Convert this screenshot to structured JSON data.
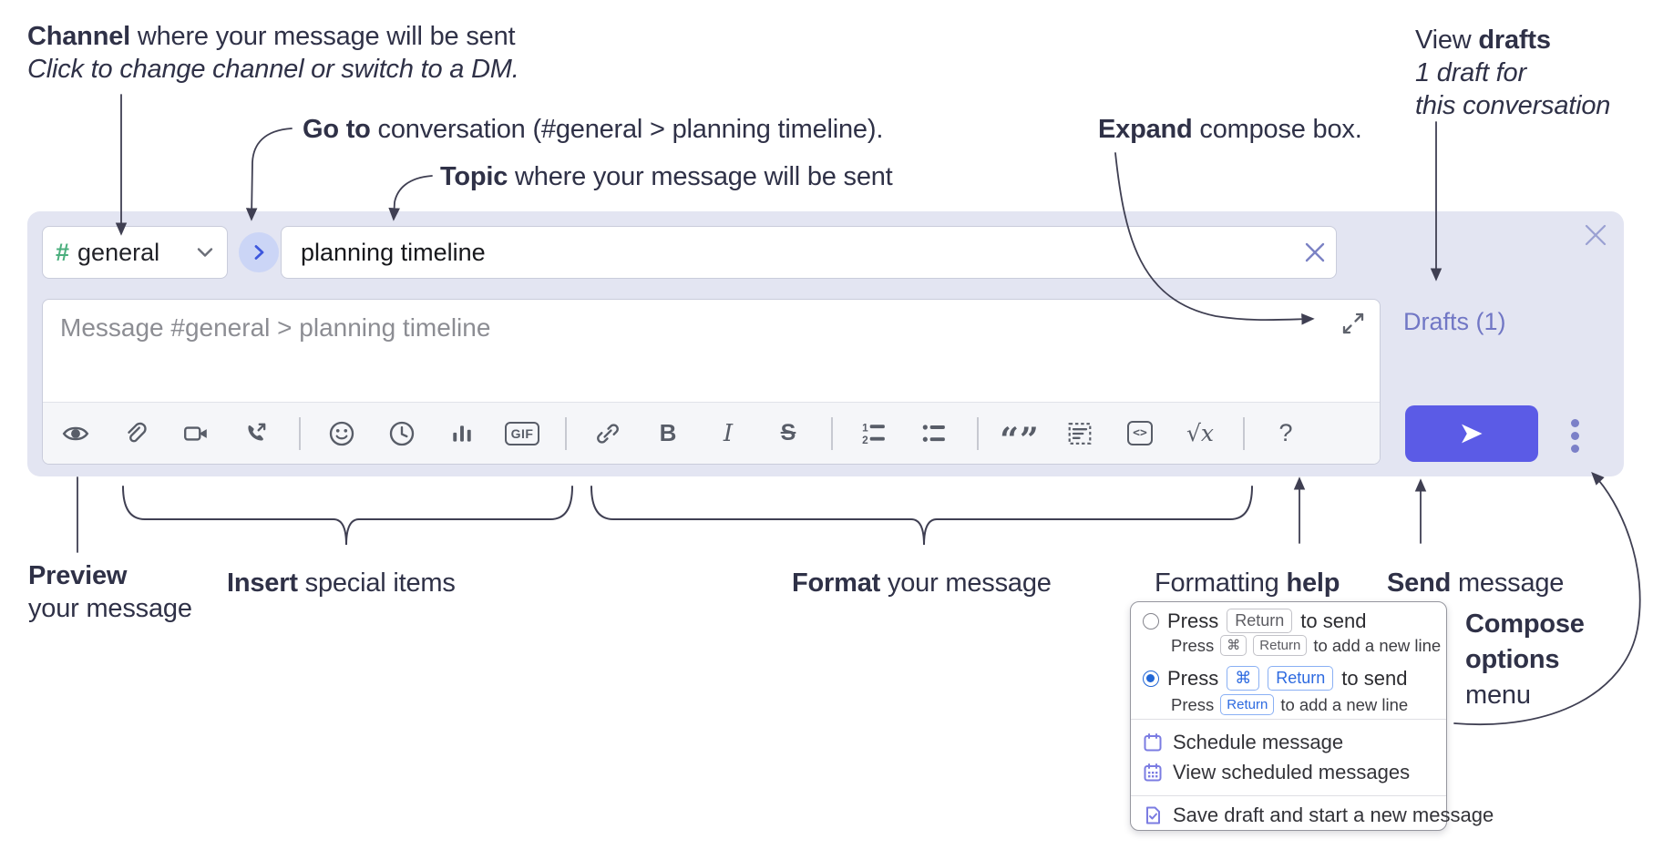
{
  "callouts": {
    "channel": {
      "bold": "Channel",
      "rest": " where your message will be sent",
      "sub": "Click to change channel or switch to a DM."
    },
    "goto": {
      "bold": "Go to",
      "rest": " conversation (#general > planning timeline)."
    },
    "topic": {
      "bold": "Topic",
      "rest": " where your message will be sent"
    },
    "expand": {
      "bold": "Expand",
      "rest": " compose box."
    },
    "drafts": {
      "pre": "View ",
      "bold": "drafts",
      "line2": "1 draft for",
      "line3": "this conversation"
    },
    "preview": {
      "bold": "Preview",
      "line2": "your message"
    },
    "insert": {
      "bold": "Insert",
      "rest": " special items"
    },
    "format": {
      "bold": "Format",
      "rest": " your message"
    },
    "formatting_help": {
      "pre": "Formatting ",
      "bold": "help"
    },
    "send": {
      "bold": "Send",
      "rest": " message"
    },
    "compose_options": {
      "line1": "Compose",
      "line2": "options",
      "line3": "menu"
    }
  },
  "compose": {
    "channel_hash": "#",
    "channel_name": "general",
    "topic_value": "planning timeline",
    "message_placeholder": "Message #general > planning timeline",
    "drafts_label": "Drafts (1)"
  },
  "toolbar": {
    "gif": "GIF",
    "bold": "B",
    "italic": "I",
    "strike": "S",
    "quote": "“”",
    "code": "<>",
    "math": "√x",
    "help": "?",
    "ol1": "1",
    "ol2": "2"
  },
  "menu": {
    "opt_return": {
      "press": "Press",
      "key": "Return",
      "suffix": "to send"
    },
    "opt_return_sub": {
      "press": "Press",
      "key1": "⌘",
      "key2": "Return",
      "suffix": "to add a new line"
    },
    "opt_cmd": {
      "press": "Press",
      "key1": "⌘",
      "key2": "Return",
      "suffix": "to send"
    },
    "opt_cmd_sub": {
      "press": "Press",
      "key": "Return",
      "suffix": "to add a new line"
    },
    "items": {
      "schedule": "Schedule message",
      "view_scheduled": "View scheduled messages",
      "save_draft": "Save draft and start a new message"
    }
  },
  "colors": {
    "compose_bg": "#e3e5f2",
    "accent_send": "#5b5be6",
    "purple_ui": "#7177c5",
    "channel_green": "#4caf7e",
    "goto_blue": "#3d57dd",
    "selected_blue": "#2166d6",
    "annotation_ink": "#2f3147"
  }
}
